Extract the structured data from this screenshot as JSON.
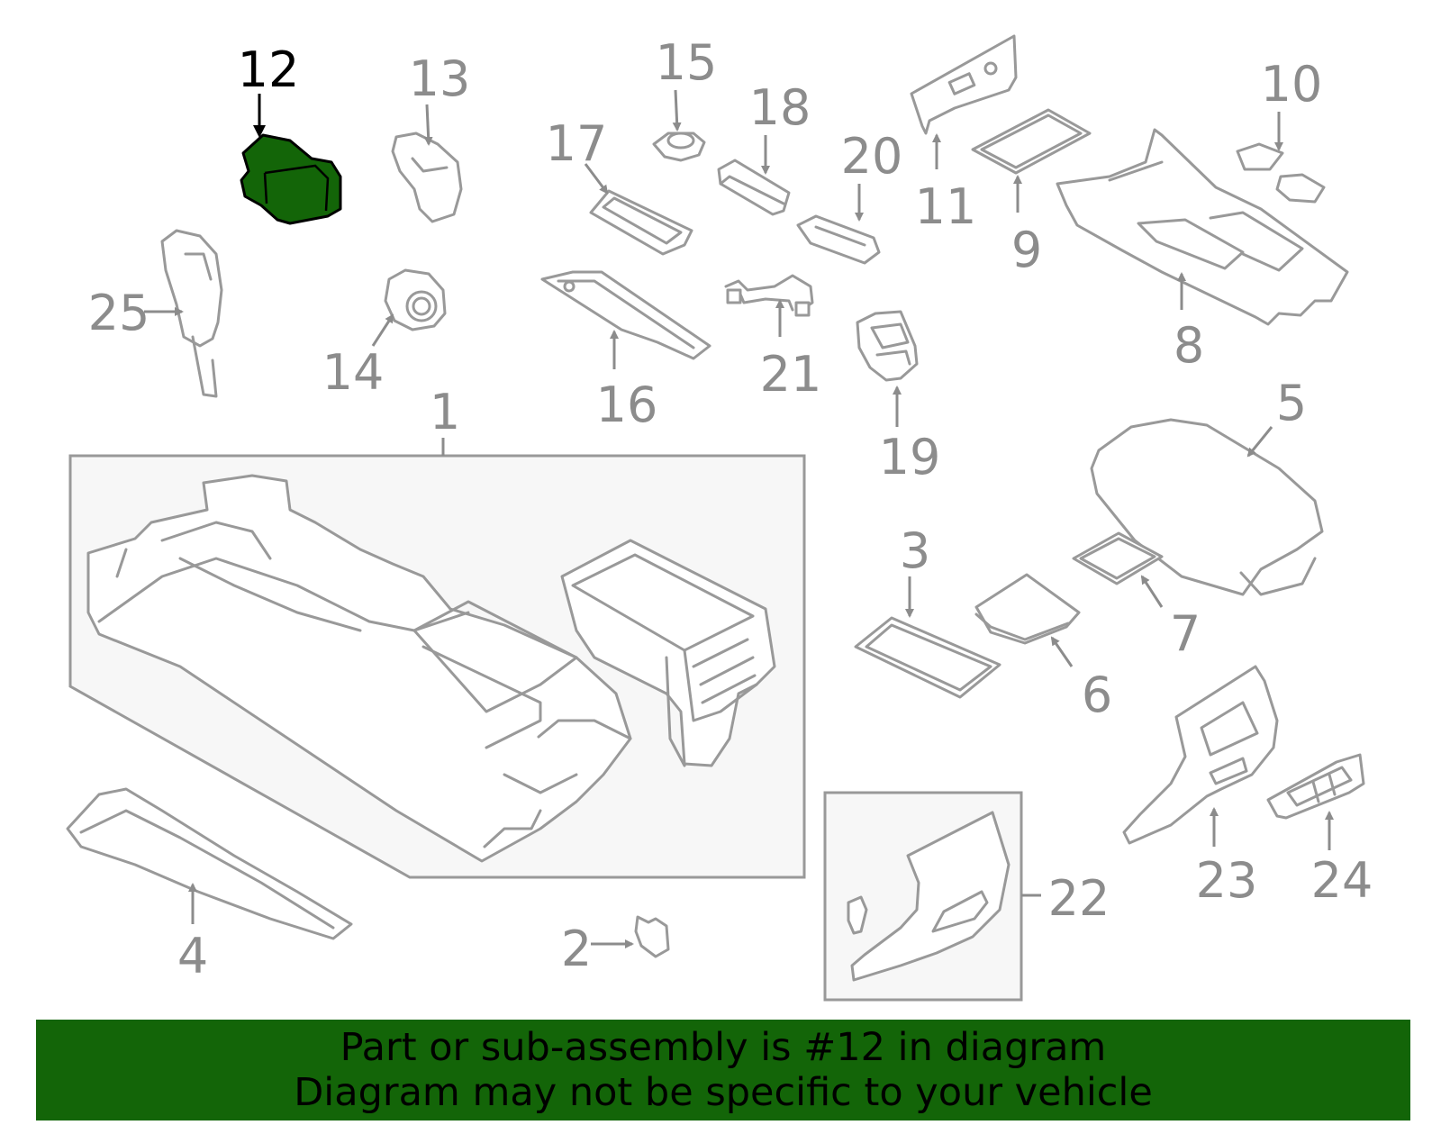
{
  "diagram": {
    "colors": {
      "highlight": "#136508",
      "line": "#999999",
      "label": "#8c8c8c",
      "banner": "#136508"
    },
    "highlighted_part": "12",
    "callouts": [
      "1",
      "2",
      "3",
      "4",
      "5",
      "6",
      "7",
      "8",
      "9",
      "10",
      "11",
      "12",
      "13",
      "14",
      "15",
      "16",
      "17",
      "18",
      "19",
      "20",
      "21",
      "22",
      "23",
      "24",
      "25"
    ]
  },
  "banner": {
    "line1": "Part or sub-assembly is #12 in diagram",
    "line2": "Diagram may not be specific to your vehicle"
  }
}
